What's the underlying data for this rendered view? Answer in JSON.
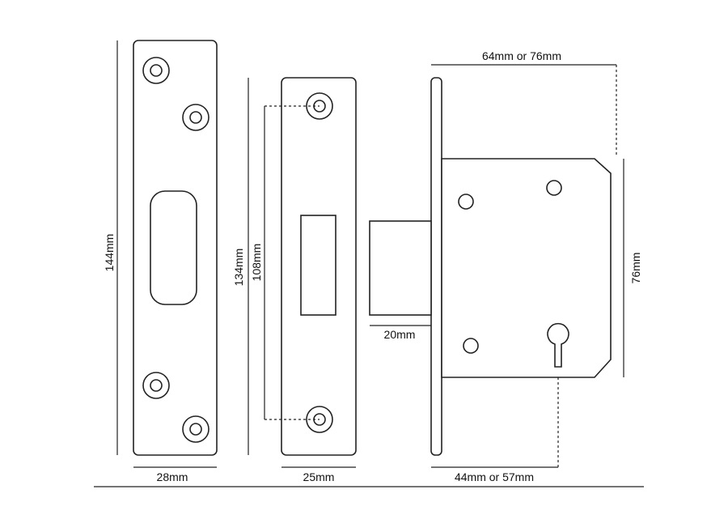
{
  "diagram": {
    "labels": {
      "strike_height": "144mm",
      "strike_width": "28mm",
      "forend_height": "134mm",
      "forend_fixing_centres": "108mm",
      "forend_width": "25mm",
      "case_depth": "64mm or 76mm",
      "case_height": "76mm",
      "bolt_throw": "20mm",
      "backset": "44mm or 57mm"
    }
  }
}
